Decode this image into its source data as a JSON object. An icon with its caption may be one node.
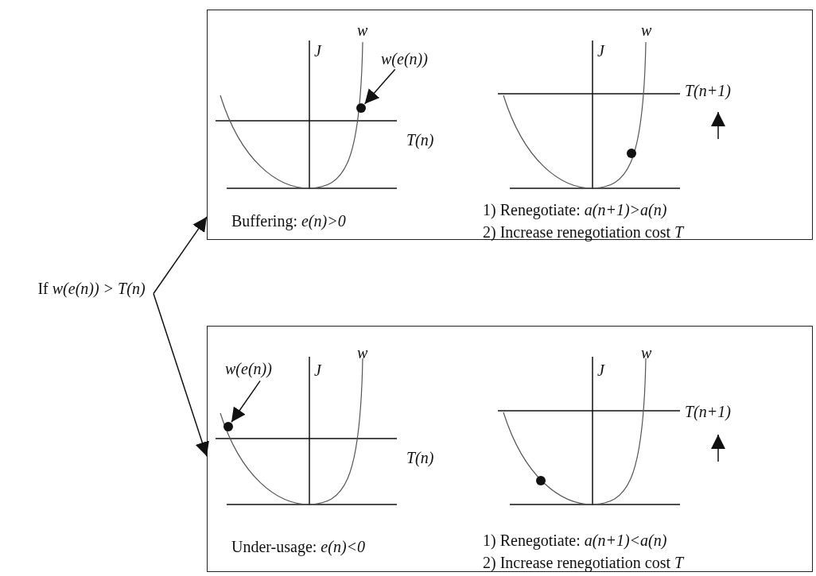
{
  "diagram": {
    "nodes": [
      {
        "text": [
          "If *w(e(n)) > T(n)*"
        ]
      },
      {
        "text": [
          "Buffering: *e(n)>0*",
          "1) Renegotiate: *a(n+1)>a(n)*",
          "2) Increase renegotiation cost *T*"
        ]
      },
      {
        "text": [
          "w(e(n))"
        ],
        "in": 1
      },
      {
        "text": [],
        "shape": "circle",
        "in": 1
      },
      {
        "text": [
          "Under-usage: *e(n)<0*",
          "1) Renegotiate: *a(n+1)<a(n)*",
          "2) Increase renegotiation cost *T*"
        ]
      },
      {
        "text": [
          "w(e(n))"
        ],
        "in": 4
      },
      {
        "text": [],
        "shape": "circle",
        "in": 4
      }
    ],
    "edges": [
      {
        "from": 0,
        "to": 1,
        "arrow": "to"
      },
      {
        "from": 0,
        "to": 4,
        "arrow": "to"
      },
      {
        "from": 2,
        "to": 3,
        "arrow": "to"
      },
      {
        "from": 5,
        "to": 6,
        "arrow": "to"
      }
    ],
    "labels": [
      "w",
      "J",
      "T(n)",
      "w",
      "J",
      "T(n+1)",
      "w",
      "J",
      "T(n)",
      "w",
      "J",
      "T(n+1)"
    ]
  }
}
